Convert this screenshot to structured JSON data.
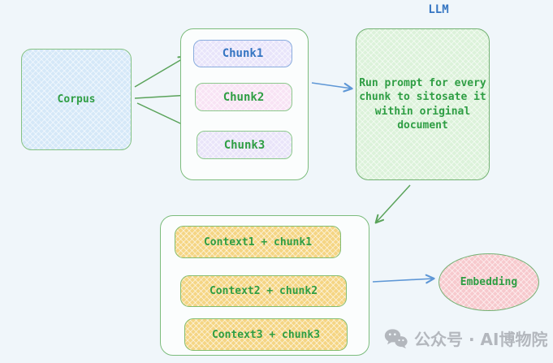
{
  "page": {
    "background": "#f0f6fa"
  },
  "nodes": {
    "corpus": {
      "label": "Corpus"
    },
    "chunks": {
      "items": [
        "Chunk1",
        "Chunk2",
        "Chunk3"
      ]
    },
    "llm": {
      "title": "LLM",
      "body": "Run prompt for every chunk to sitosate it within original document"
    },
    "contexts": {
      "items": [
        "Context1 + chunk1",
        "Context2 + chunk2",
        "Context3 + chunk3"
      ]
    },
    "embedding": {
      "label": "Embedding"
    }
  },
  "edges": [
    {
      "from": "corpus",
      "to": "chunk1",
      "color": "green"
    },
    {
      "from": "corpus",
      "to": "chunk2",
      "color": "green"
    },
    {
      "from": "corpus",
      "to": "chunk3",
      "color": "green"
    },
    {
      "from": "chunks-group",
      "to": "llm",
      "color": "blue"
    },
    {
      "from": "llm",
      "to": "contexts-group",
      "color": "green"
    },
    {
      "from": "contexts-group",
      "to": "embedding",
      "color": "blue"
    }
  ],
  "watermark": {
    "icon": "wechat-icon",
    "text": "公众号 · AI博物院"
  },
  "colors": {
    "background": "#f0f6fa",
    "green_text": "#2f9e44",
    "blue_text": "#3575c2",
    "green_border": "#7cbc7c",
    "arrow_green": "#5aa35a",
    "arrow_blue": "#5e97d6",
    "corpus_fill": "#d5e8f8",
    "chunk1_fill": "#e8e4fa",
    "chunk2_fill": "#f8e3f4",
    "chunk3_fill": "#e9e4f9",
    "llm_fill": "#dcf2da",
    "context_fill": "#f5d583",
    "embedding_fill": "#f7c9cd",
    "watermark_gray": "#b3b7bd"
  }
}
